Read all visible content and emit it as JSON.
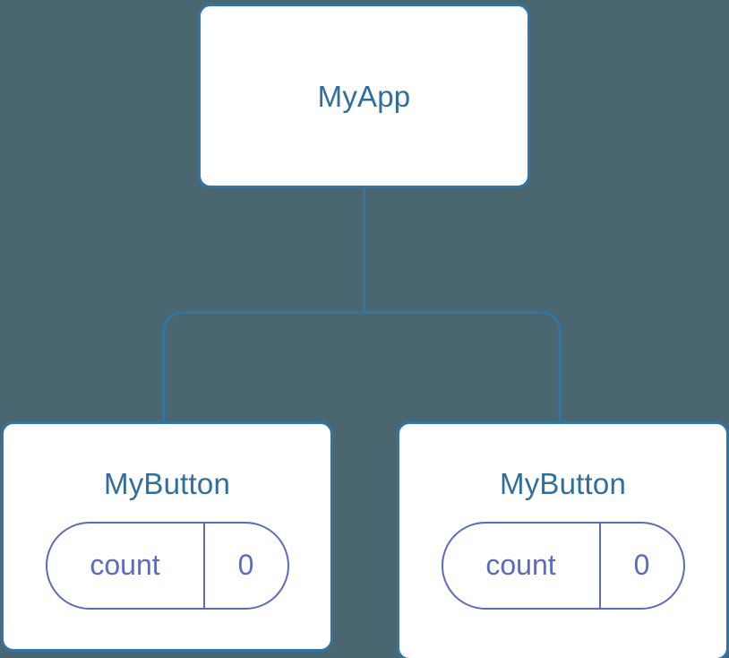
{
  "diagram": {
    "type": "component-tree",
    "background_color": "#4a6670",
    "node_border_color": "#2e76a8",
    "node_fill_color": "#ffffff",
    "node_title_color": "#2e6f9e",
    "pill_color": "#5c6bc0",
    "connector_color": "#2e76a8",
    "root": {
      "label": "MyApp"
    },
    "children": [
      {
        "label": "MyButton",
        "state": {
          "key": "count",
          "value": "0"
        }
      },
      {
        "label": "MyButton",
        "state": {
          "key": "count",
          "value": "0"
        }
      }
    ]
  }
}
